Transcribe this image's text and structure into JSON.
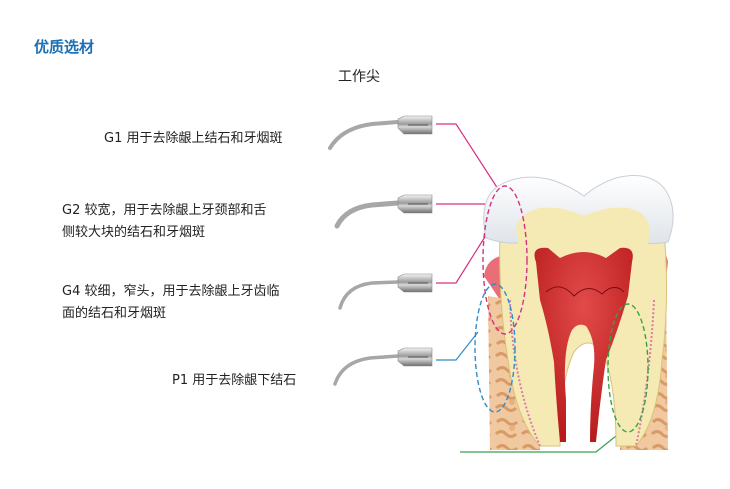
{
  "brand": "优质选材",
  "title": "工作尖",
  "tips": [
    {
      "line1": "G1 用于去除龈上结石和牙烟斑",
      "line2": "",
      "color": "#d6317f"
    },
    {
      "line1": "G2 较宽，用于去除龈上牙颈部和舌",
      "line2": "侧较大块的结石和牙烟斑",
      "color": "#d6317f"
    },
    {
      "line1": "G4 较细，窄头，用于去除龈上牙齿临",
      "line2": "面的结石和牙烟斑",
      "color": "#d6317f"
    },
    {
      "line1": "P1 用于去除龈下结石",
      "line2": "",
      "color": "#2f8cc9"
    }
  ],
  "colors": {
    "pink": "#d6317f",
    "blue": "#2f8cc9",
    "green": "#3aa14a",
    "brand": "#1b6fb5"
  }
}
